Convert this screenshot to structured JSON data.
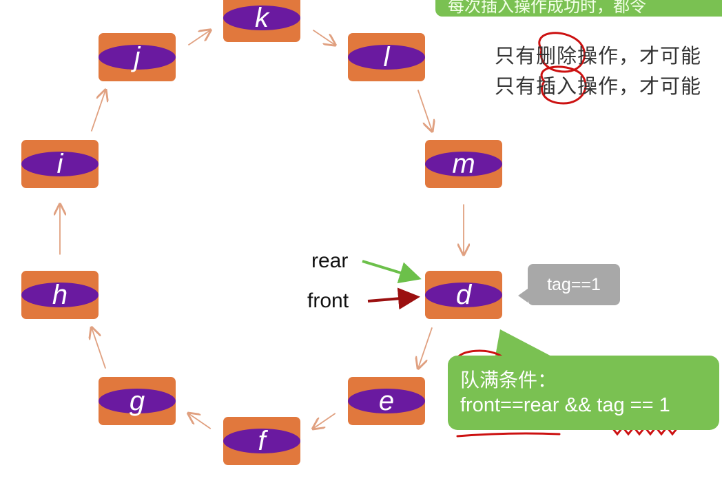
{
  "nodes": [
    {
      "id": "k",
      "label": "k"
    },
    {
      "id": "l",
      "label": "l"
    },
    {
      "id": "m",
      "label": "m"
    },
    {
      "id": "d",
      "label": "d"
    },
    {
      "id": "e",
      "label": "e"
    },
    {
      "id": "f",
      "label": "f"
    },
    {
      "id": "g",
      "label": "g"
    },
    {
      "id": "h",
      "label": "h"
    },
    {
      "id": "i",
      "label": "i"
    },
    {
      "id": "j",
      "label": "j"
    }
  ],
  "edges": [
    [
      "k",
      "l"
    ],
    [
      "l",
      "m"
    ],
    [
      "m",
      "d"
    ],
    [
      "d",
      "e"
    ],
    [
      "e",
      "f"
    ],
    [
      "f",
      "g"
    ],
    [
      "g",
      "h"
    ],
    [
      "h",
      "i"
    ],
    [
      "i",
      "j"
    ],
    [
      "j",
      "k"
    ]
  ],
  "pointers": {
    "rear": "rear",
    "front": "front"
  },
  "tag_bubble": "tag==1",
  "top_callout": "每次插入操作成功时，都令",
  "notes": {
    "line1": "只有删除操作，才可能",
    "line2": "只有插入操作，才可能"
  },
  "full_condition": {
    "title": "队满条件：",
    "expr": "front==rear && tag == 1"
  },
  "colors": {
    "node_box": "#e1783d",
    "node_oval": "#6a1aa0",
    "arrow": "#e0a080",
    "rear_arrow": "#6cc04a",
    "front_arrow": "#9b1010",
    "callout": "#7ac152",
    "bubble": "#a8a8a8",
    "ink": "#cc1111"
  }
}
